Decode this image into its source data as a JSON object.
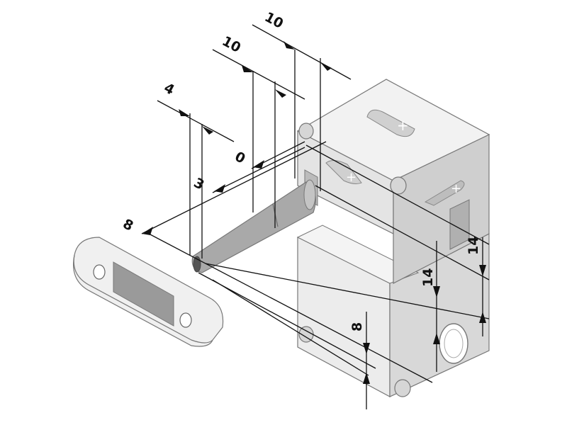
{
  "dimensions": {
    "top_10_a": "10",
    "top_10_b": "10",
    "dim_4": "4",
    "dim_0": "0",
    "dim_3": "3",
    "dim_8_left": "8",
    "dim_8_right": "8",
    "dim_14_a": "14",
    "dim_14_b": "14"
  },
  "colors": {
    "body_light": "#e9e9e9",
    "body_mid": "#d4d4d4",
    "body_dark": "#b9b9b9",
    "actuator": "#a9a9a9",
    "dimension_lines": "#111111",
    "background": "#ffffff"
  }
}
